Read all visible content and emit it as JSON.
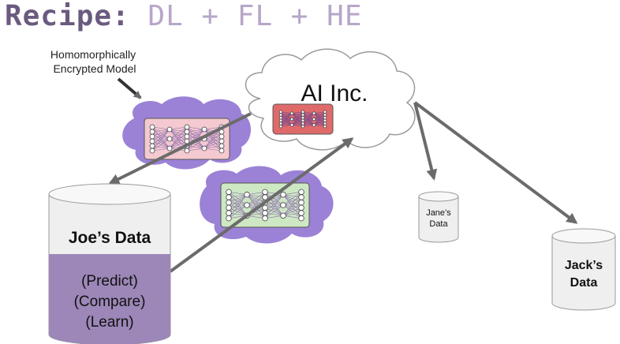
{
  "title": {
    "prefix": "Recipe:",
    "suffix": "DL + FL + HE"
  },
  "annotation": {
    "line1": "Homomorphically",
    "line2": "Encrypted Model"
  },
  "cloud_label": "AI Inc.",
  "joe_db": {
    "name": "Joe’s Data",
    "steps": [
      "(Predict)",
      "(Compare)",
      "(Learn)"
    ]
  },
  "jane_db": {
    "line1": "Jane’s",
    "line2": "Data"
  },
  "jack_db": {
    "line1": "Jack’s",
    "line2": "Data"
  },
  "colors": {
    "purple_cloud": "#9b82d6",
    "model_pink": "#f4c9cf",
    "model_red": "#e06a6a",
    "model_green": "#cde8c3",
    "arrow": "#6b6b6b",
    "joe_bottom": "#9c87b8",
    "db_top": "#efefef"
  }
}
